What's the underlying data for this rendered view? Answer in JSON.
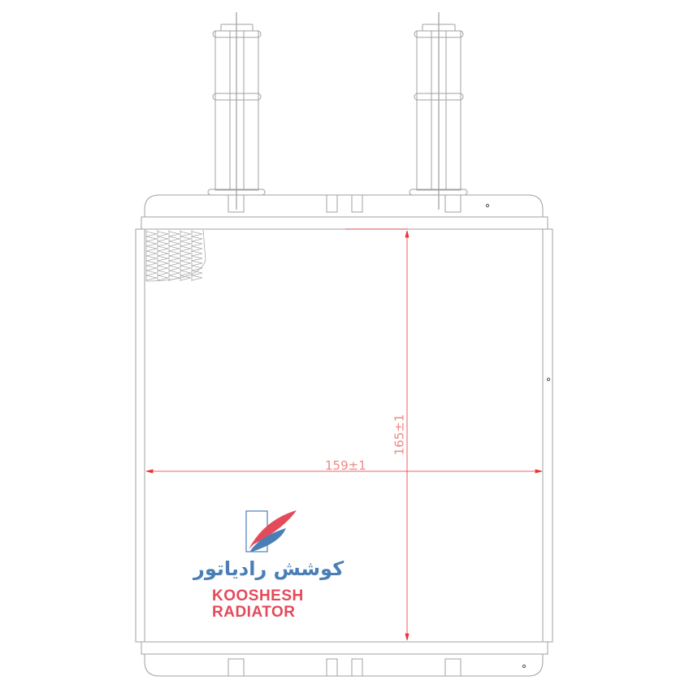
{
  "drawing": {
    "title": "Heater core radiator drawing",
    "dimensions": {
      "width_label": "159±1",
      "height_label": "165±1"
    },
    "logo": {
      "persian": "کوشش رادیاتور",
      "line1": "KOOSHESH",
      "line2": "RADIATOR"
    },
    "colors": {
      "lines": "#9a9a9a",
      "dimension": "#e33",
      "logo_red": "#e34a5a",
      "logo_blue": "#4a7fb5"
    }
  }
}
